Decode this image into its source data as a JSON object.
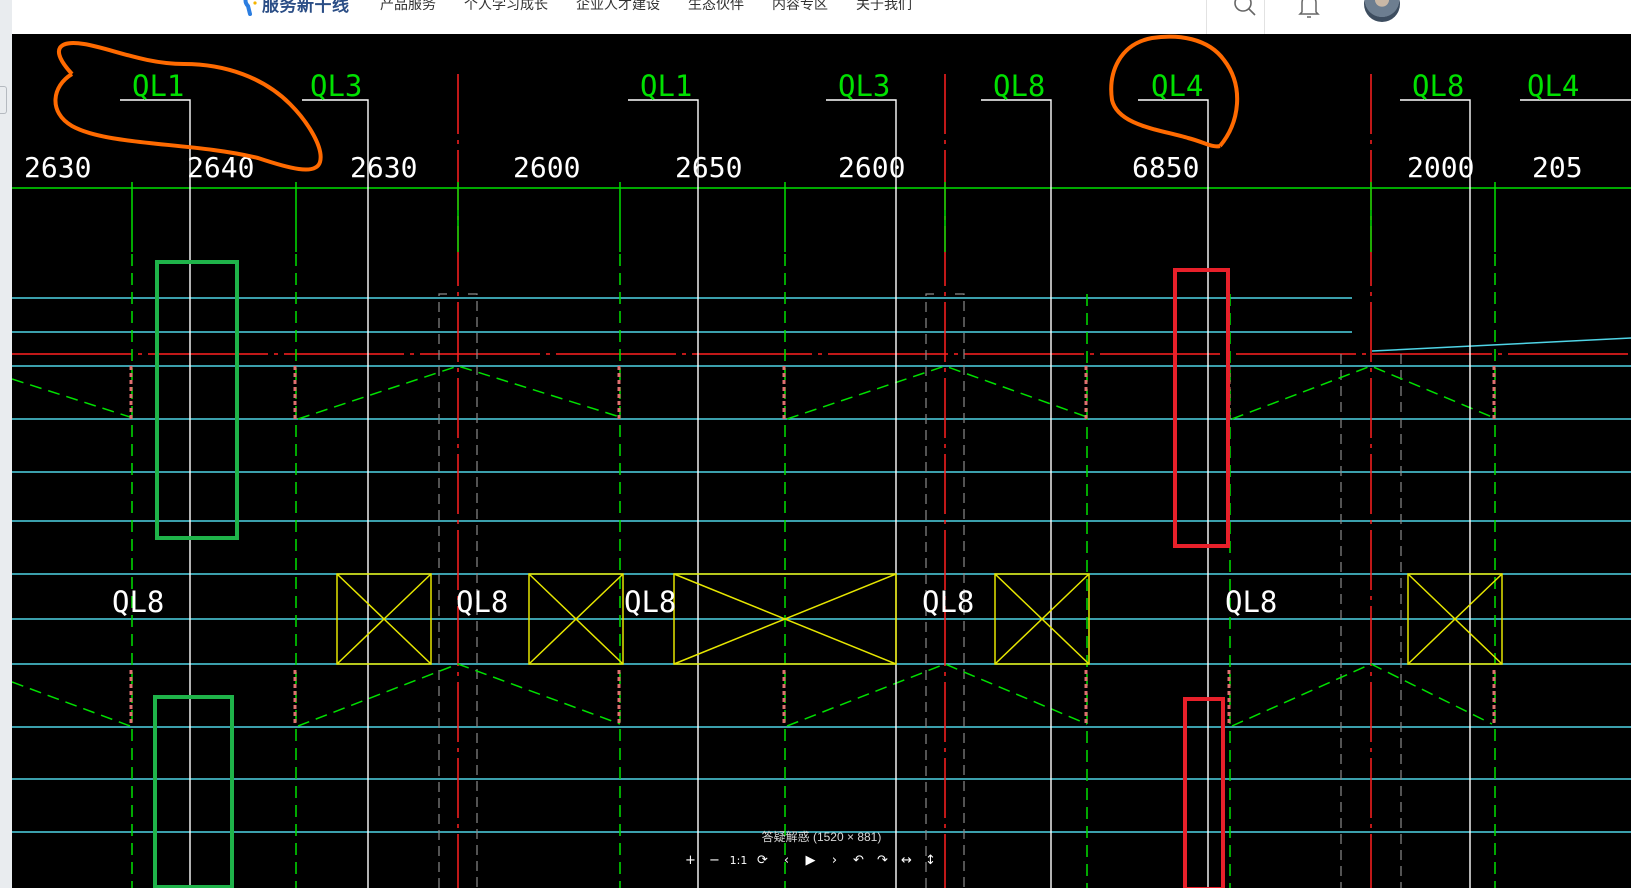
{
  "header": {
    "logo_text": "服务新干线",
    "nav": [
      "产品服务",
      "个人学习成长",
      "企业人才建设",
      "生态伙伴",
      "内容专区",
      "关于我们"
    ]
  },
  "drawing": {
    "top_labels": [
      "QL1",
      "QL3",
      "QL1",
      "QL3",
      "QL8",
      "QL4",
      "QL8",
      "QL4"
    ],
    "dimensions": [
      "2630",
      "2640",
      "2630",
      "2600",
      "2650",
      "2600",
      "6850",
      "2000",
      "205"
    ],
    "beam_labels": [
      "QL8",
      "QL8",
      "QL8",
      "QL8",
      "QL8"
    ]
  },
  "viewer": {
    "caption": "答疑解惑 (1520 × 881)",
    "buttons": [
      "+",
      "−",
      "1:1",
      "⟳",
      "‹",
      "▶",
      "›",
      "↶",
      "↷",
      "↔",
      "↕"
    ]
  },
  "colors": {
    "background": "#000000",
    "grid_green": "#00e000",
    "axis_red": "#ff2020",
    "beam_cyan": "#4fd4e6",
    "column_white": "#ffffff",
    "box_yellow": "#e6e600",
    "mark_orange": "#ff6a00",
    "mark_green": "#1fb34a",
    "mark_red": "#e8202a"
  }
}
